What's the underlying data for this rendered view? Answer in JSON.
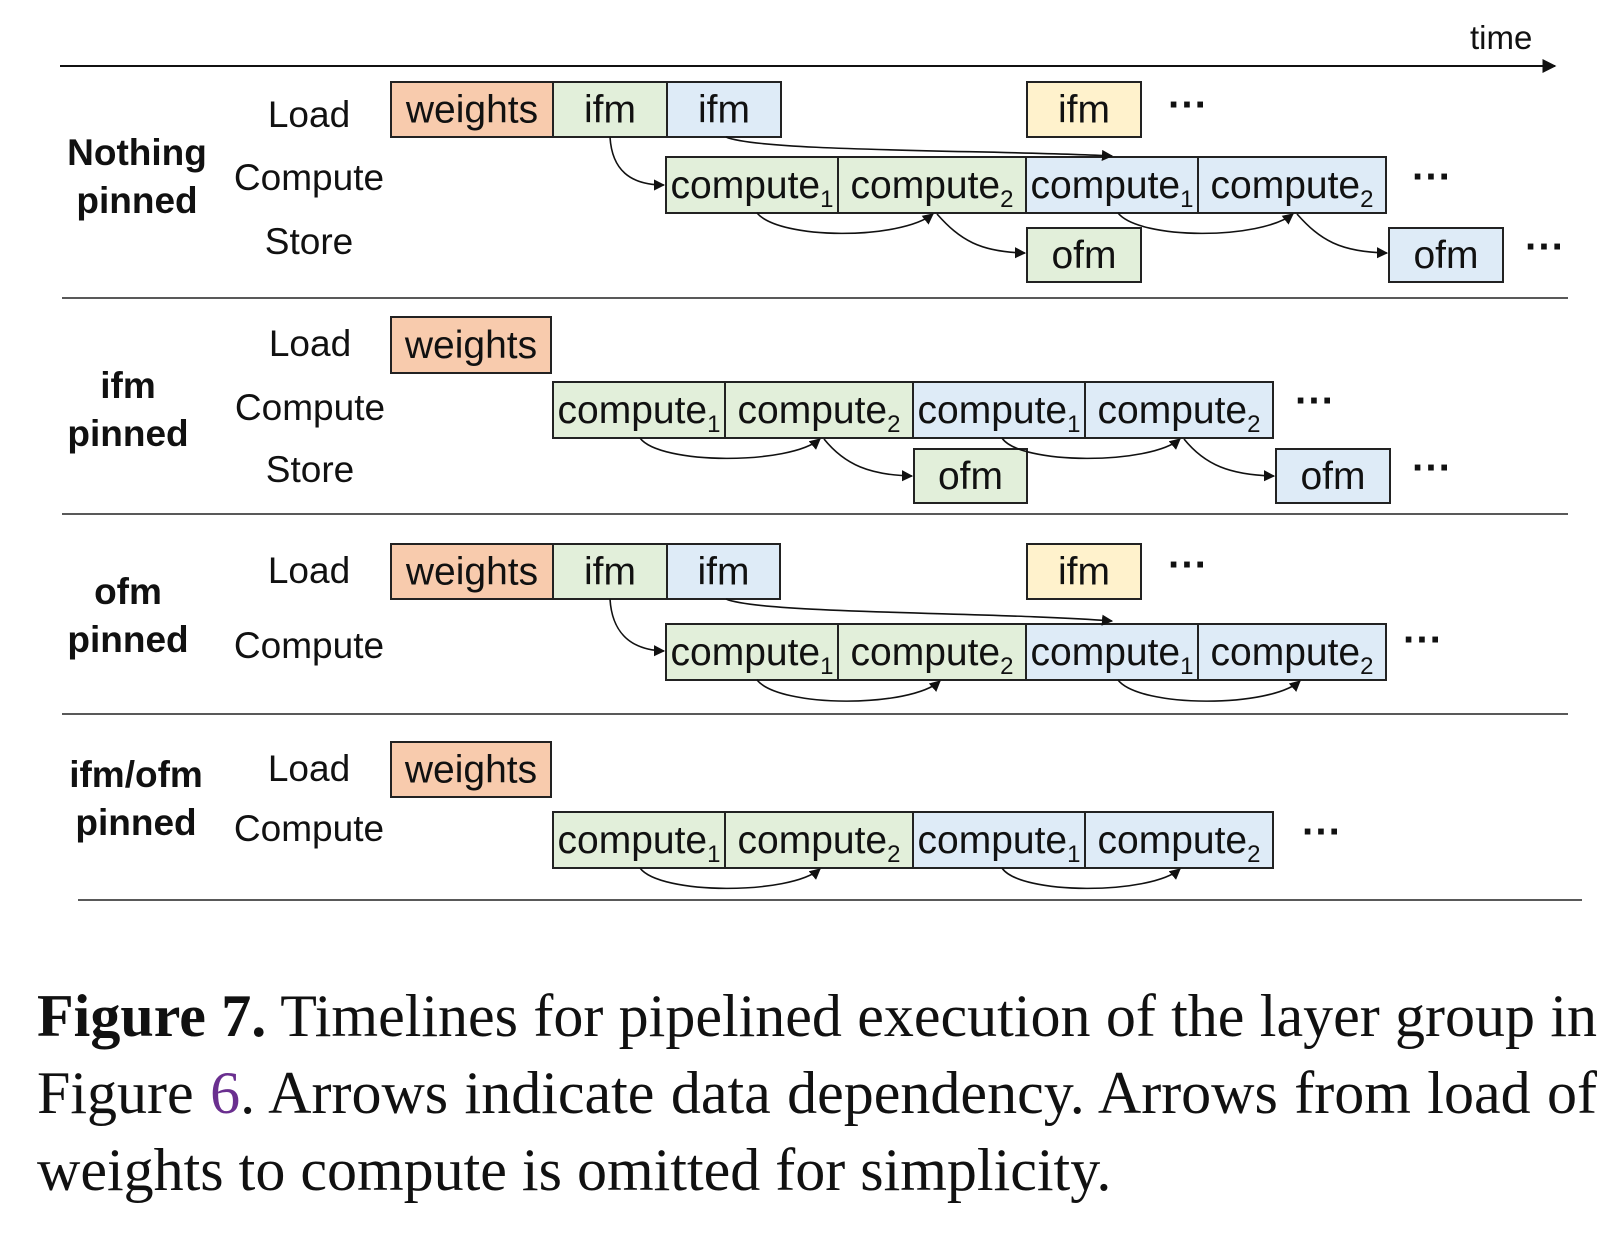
{
  "time_label": "time",
  "ellipsis": "···",
  "sections": [
    {
      "title_lines": [
        "Nothing",
        "pinned"
      ],
      "rows": [
        "Load",
        "Compute",
        "Store"
      ]
    },
    {
      "title_lines": [
        "ifm",
        "pinned"
      ],
      "rows": [
        "Load",
        "Compute",
        "Store"
      ]
    },
    {
      "title_lines": [
        "ofm",
        "pinned"
      ],
      "rows": [
        "Load",
        "Compute"
      ]
    },
    {
      "title_lines": [
        "ifm/ofm",
        "pinned"
      ],
      "rows": [
        "Load",
        "Compute"
      ]
    }
  ],
  "blocks": {
    "weights": "weights",
    "ifm": "ifm",
    "ofm": "ofm",
    "compute": "compute",
    "sub1": "1",
    "sub2": "2"
  },
  "colors": {
    "weights": "#f8cbad",
    "green": "#e2efda",
    "blue": "#deebf7",
    "yellow": "#fff2cc",
    "border": "#222222"
  },
  "caption": {
    "label": "Figure 7.",
    "text_before_ref": "Timelines for pipelined execution of the layer group in Figure ",
    "ref": "6",
    "text_after_ref": ". Arrows indicate data dependency. Arrows from load of weights to compute is omitted for simplicity."
  }
}
